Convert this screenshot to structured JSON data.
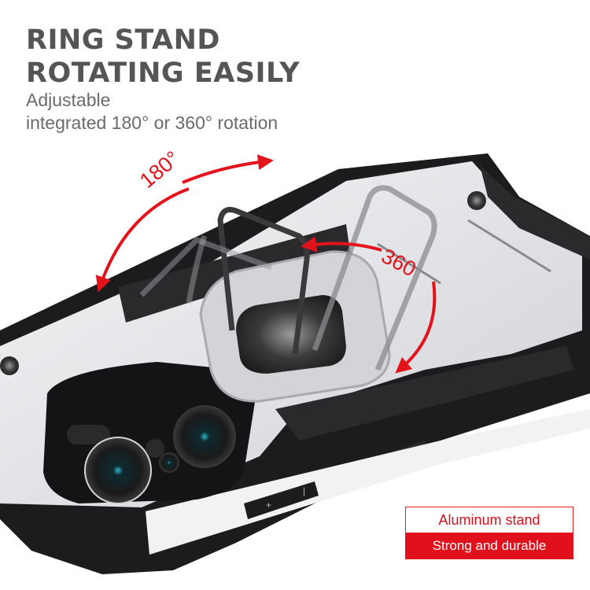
{
  "headline": {
    "line1": "RING STAND",
    "line2": "ROTATING EASILY"
  },
  "subtitle": {
    "line1": "Adjustable",
    "line2": "integrated 180° or 360° rotation"
  },
  "annotations": {
    "angle_180": "180°",
    "angle_360": "360"
  },
  "badge": {
    "top_label": "Aluminum stand",
    "bottom_label": "Strong and durable"
  },
  "buttons": {
    "volume_up": "+",
    "volume_down": "-"
  },
  "colors": {
    "accent_red": "#e0111c",
    "headline_gray": "#555555",
    "case_silver": "#e9eaec",
    "case_black": "#1c1c1e"
  }
}
